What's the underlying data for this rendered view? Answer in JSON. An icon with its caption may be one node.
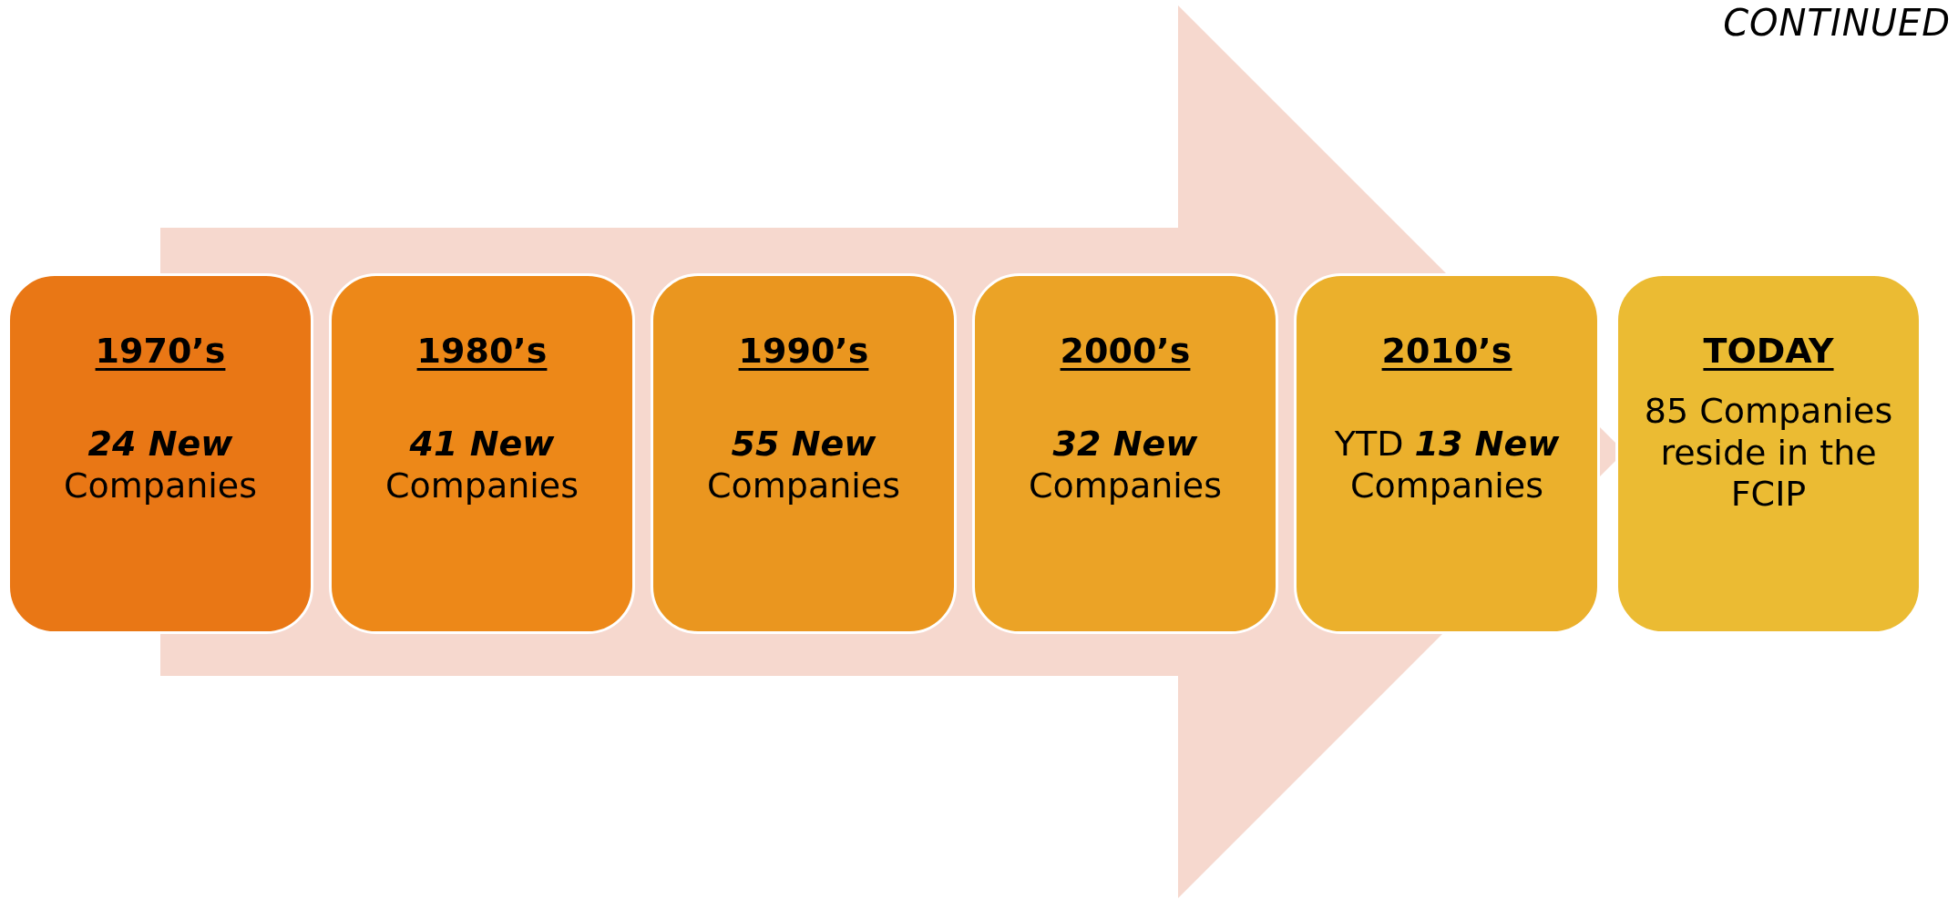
{
  "diagram": {
    "nodes": [
      {
        "text": [
          "1970’s",
          "**24 New** Companies"
        ]
      },
      {
        "text": [
          "1980’s",
          "**41 New** Companies"
        ]
      },
      {
        "text": [
          "1990’s",
          "**55 New** Companies"
        ]
      },
      {
        "text": [
          "2000’s",
          "**32 New** Companies"
        ]
      },
      {
        "text": [
          "2010’s",
          "YTD **13 New** Companies"
        ]
      },
      {
        "text": [
          "TODAY",
          "85 Companies reside in the FCIP"
        ]
      }
    ],
    "edges": [
      {
        "from": 0,
        "to": 5,
        "arrow": "to"
      }
    ],
    "labels": [
      "CONTINUED"
    ]
  }
}
